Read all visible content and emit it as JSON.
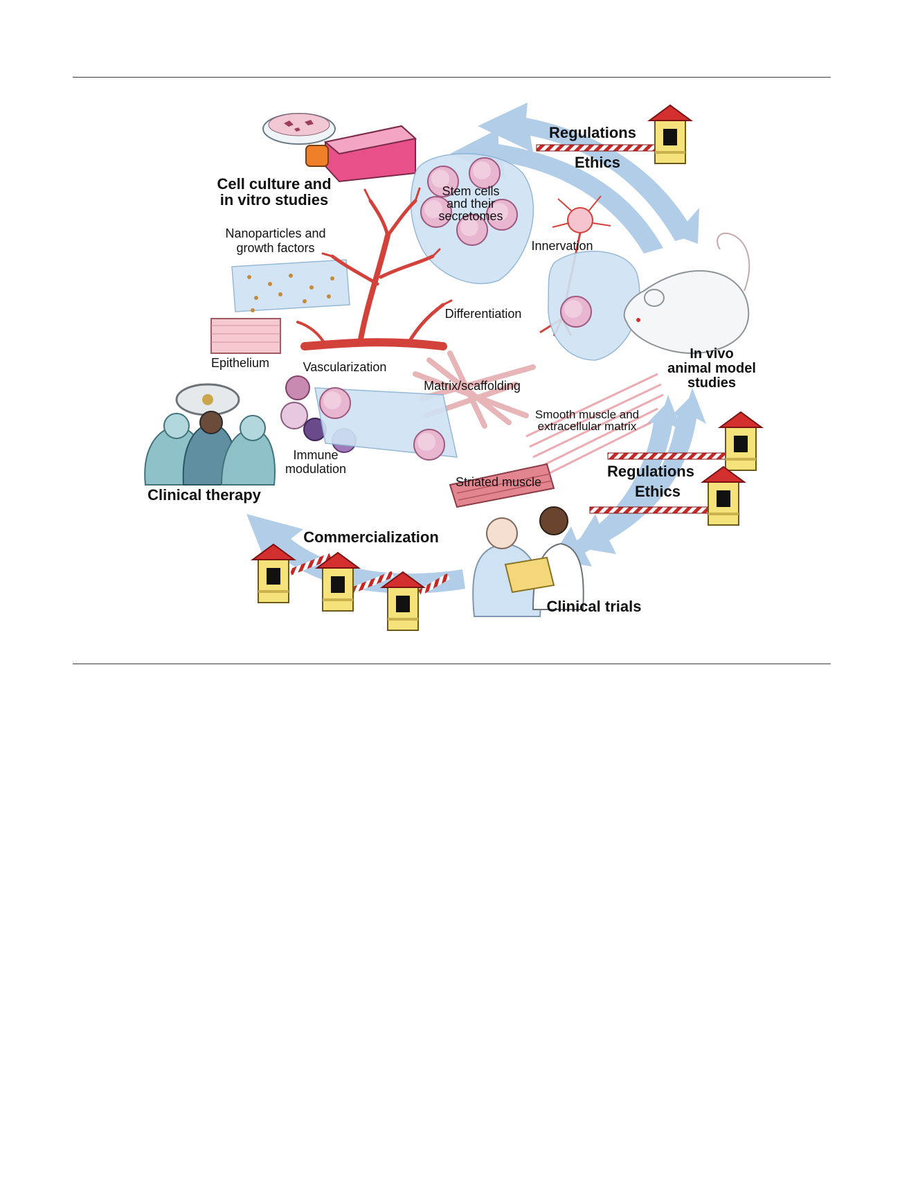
{
  "labels": {
    "cell_culture_1": "Cell culture and",
    "cell_culture_2": "in vitro studies",
    "stem_cells_1": "Stem cells",
    "stem_cells_2": "and their",
    "stem_cells_3": "secretomes",
    "regulations_top": "Regulations",
    "ethics_top": "Ethics",
    "nanoparticles_1": "Nanoparticles and",
    "nanoparticles_2": "growth factors",
    "innervation": "Innervation",
    "differentiation": "Differentiation",
    "epithelium": "Epithelium",
    "vascularization": "Vascularization",
    "matrix": "Matrix/scaffolding",
    "in_vivo_1": "In vivo",
    "in_vivo_2": "animal model",
    "in_vivo_3": "studies",
    "smooth_muscle_1": "Smooth muscle and",
    "smooth_muscle_2": "extracellular matrix",
    "immune_1": "Immune",
    "immune_2": "modulation",
    "clinical_therapy": "Clinical therapy",
    "striated_muscle": "Striated muscle",
    "regulations_right": "Regulations",
    "ethics_right": "Ethics",
    "commercialization": "Commercialization",
    "clinical_trials": "Clinical trials"
  },
  "colors": {
    "arrow": "#a9c8e6",
    "vessel": "#d2423a",
    "booth_roof": "#d32f2f",
    "booth_body": "#f6e27a",
    "scaffold": "#cfe3f3",
    "cell": "#e9b8cf",
    "flask": "#e8508a"
  }
}
